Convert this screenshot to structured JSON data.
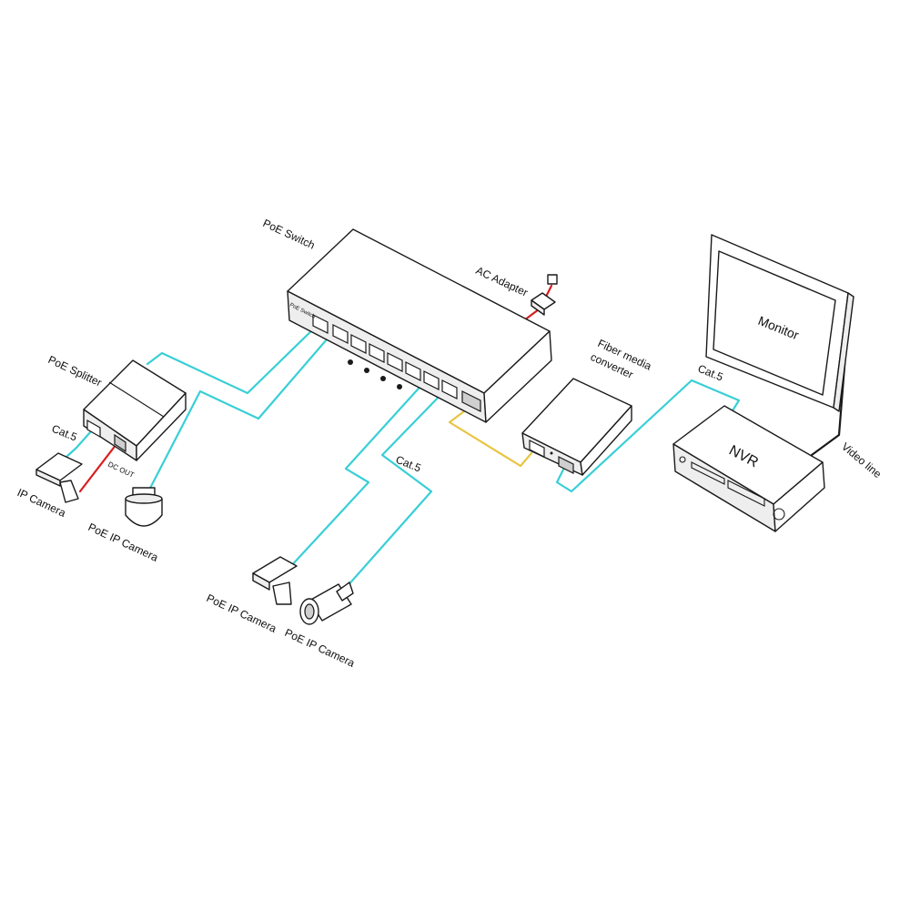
{
  "colors": {
    "ethernet": "#38cfd6",
    "fiber": "#e8c440",
    "power": "#d81e1e",
    "video": "#1a1a1a",
    "outline": "#1a1a1a"
  },
  "labels": {
    "poe_switch": "PoE  Switch",
    "switch_brand": "PoE Switch",
    "ac_adapter": "AC Adapter",
    "fiber_media_converter_line1": "Fiber media",
    "fiber_media_converter_line2": "converter",
    "monitor": "Monitor",
    "nvr": "NVR",
    "video_line": "Video line",
    "cat5_nvr": "Cat.5",
    "cat5_middle": "Cat.5",
    "cat5_splitter": "Cat.5",
    "poe_splitter": "PoE Splitter",
    "dc_out": "DC OUT",
    "ip_camera": "IP Camera",
    "poe_ip_camera_dome": "PoE IP Camera",
    "poe_ip_camera_box": "PoE IP Camera",
    "poe_ip_camera_bullet": "PoE IP Camera"
  },
  "icons": {
    "switch": "network-switch-icon",
    "monitor": "monitor-icon",
    "nvr": "nvr-recorder-icon",
    "converter": "fiber-converter-icon",
    "splitter": "poe-splitter-icon",
    "camera_box": "box-camera-icon",
    "camera_dome": "dome-camera-icon",
    "camera_bullet": "bullet-camera-icon",
    "adapter": "ac-adapter-icon"
  }
}
